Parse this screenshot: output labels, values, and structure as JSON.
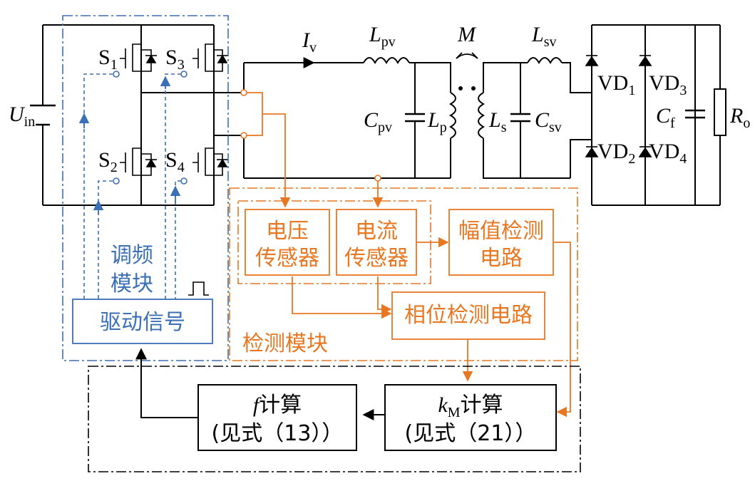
{
  "colors": {
    "circuit": "#000000",
    "sensor_module": "#e87722",
    "freq_module": "#3b6fb6"
  },
  "labels": {
    "uin_main": "U",
    "uin_sub": "in",
    "s1_main": "S",
    "s1_sub": "1",
    "s2_main": "S",
    "s2_sub": "2",
    "s3_main": "S",
    "s3_sub": "3",
    "s4_main": "S",
    "s4_sub": "4",
    "iv_main": "I",
    "iv_sub": "v",
    "lpv_main": "L",
    "lpv_sub": "pv",
    "m": "M",
    "lsv_main": "L",
    "lsv_sub": "sv",
    "cpv_main": "C",
    "cpv_sub": "pv",
    "lp_main": "L",
    "lp_sub": "p",
    "ls_main": "L",
    "ls_sub": "s",
    "csv_main": "C",
    "csv_sub": "sv",
    "vd1_main": "VD",
    "vd1_sub": "1",
    "vd2_main": "VD",
    "vd2_sub": "2",
    "vd3_main": "VD",
    "vd3_sub": "3",
    "vd4_main": "VD",
    "vd4_sub": "4",
    "cf_main": "C",
    "cf_sub": "f",
    "ro_main": "R",
    "ro_sub": "o"
  },
  "blocks": {
    "voltage_sensor_l1": "电压",
    "voltage_sensor_l2": "传感器",
    "current_sensor_l1": "电流",
    "current_sensor_l2": "传感器",
    "amplitude_l1": "幅值检测",
    "amplitude_l2": "电路",
    "phase": "相位检测电路",
    "detection_module": "检测模块",
    "freq_module_l1": "调频",
    "freq_module_l2": "模块",
    "drive_signal": "驱动信号",
    "f_calc_var": "f",
    "f_calc_text": "计算",
    "f_calc_ref": "(见式（13））",
    "km_calc_var": "k",
    "km_calc_sub": "M",
    "km_calc_text": "计算",
    "km_calc_ref": "(见式（21））"
  }
}
